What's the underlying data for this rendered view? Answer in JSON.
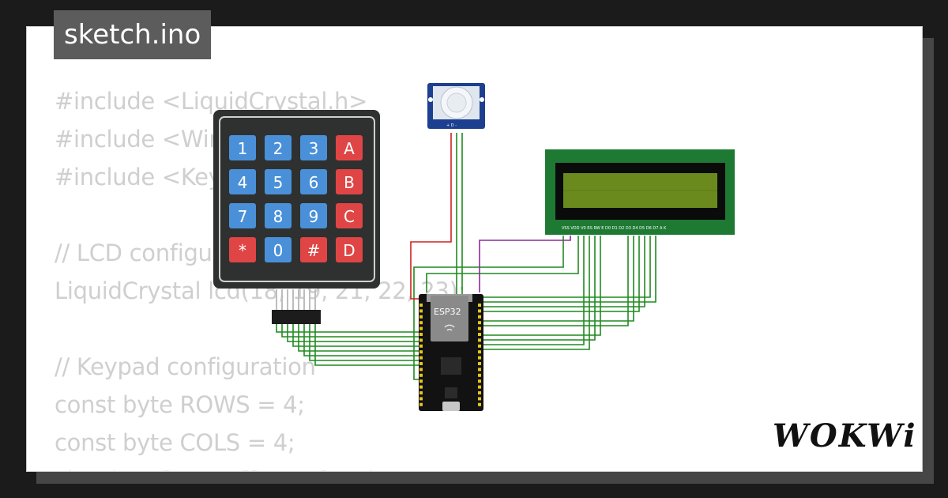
{
  "file_tab": {
    "name": "sketch.ino"
  },
  "code_lines": [
    "#include <LiquidCrystal.h>",
    "#include <Wire.h>",
    "#include <Keypad.h>",
    "",
    "// LCD configuration",
    "LiquidCrystal lcd(18, 19, 21, 22, 23);",
    "",
    "// Keypad configuration",
    "const byte ROWS = 4;",
    "const byte COLS = 4;",
    "char keys[ROWS][COLS] = {"
  ],
  "keypad": {
    "keys": [
      "1",
      "2",
      "3",
      "A",
      "4",
      "5",
      "6",
      "B",
      "7",
      "8",
      "9",
      "C",
      "*",
      "0",
      "#",
      "D"
    ],
    "colors": {
      "number": "#4a90d9",
      "letter": "#e04545"
    }
  },
  "board": {
    "label": "ESP32"
  },
  "pir": {
    "pins": "+ D -"
  },
  "lcd": {
    "pin_labels": "VSS VDD V0 RS RW E D0 D1 D2 D3 D4 D5 D6 D7 A K"
  },
  "logo": {
    "text": "WOKWi"
  },
  "colors": {
    "wire_green": "#1f8a1f",
    "wire_red": "#d02020",
    "wire_purple": "#8b2a9c",
    "lcd_green": "#1e7a33",
    "lcd_screen": "#6a8a1e"
  }
}
